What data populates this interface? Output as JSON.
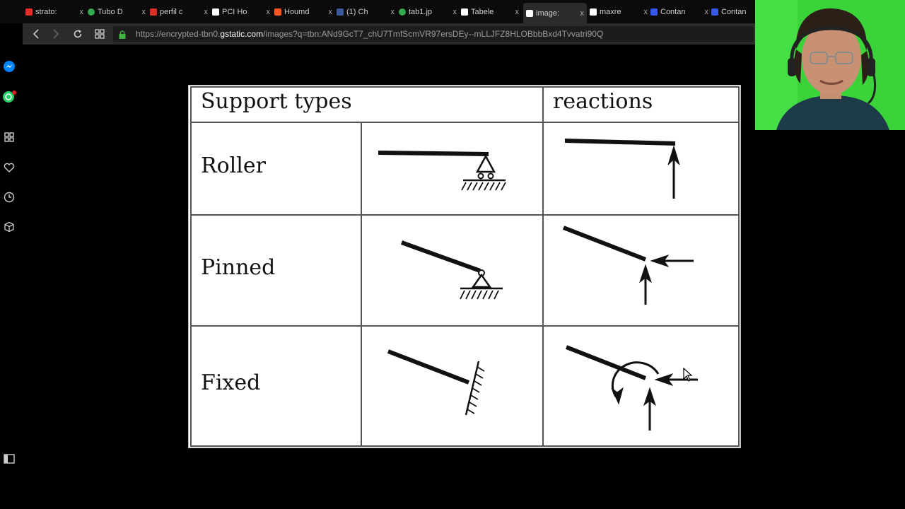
{
  "browser": {
    "tabs": [
      {
        "title": "strato:",
        "icon": "youtube-icon",
        "color": "#e52d27"
      },
      {
        "title": "Tubo D",
        "icon": "google-icon",
        "color": "#34a853"
      },
      {
        "title": "perfil c",
        "icon": "gmail-icon",
        "color": "#d93025"
      },
      {
        "title": "PCI Ho",
        "icon": "page-icon",
        "color": "#ffffff"
      },
      {
        "title": "Houmd",
        "icon": "shield-icon",
        "color": "#ff5722"
      },
      {
        "title": "(1) Ch",
        "icon": "facebook-icon",
        "color": "#3b5998"
      },
      {
        "title": "tab1.jp",
        "icon": "google-icon",
        "color": "#34a853"
      },
      {
        "title": "Tabele",
        "icon": "page-icon",
        "color": "#ffffff"
      },
      {
        "title": "image:",
        "icon": "page-icon",
        "color": "#ffffff"
      },
      {
        "title": "maxre",
        "icon": "page-icon",
        "color": "#ffffff"
      },
      {
        "title": "Contan",
        "icon": "wordpress-icon",
        "color": "#3858e9"
      },
      {
        "title": "Contan",
        "icon": "wordpress-icon",
        "color": "#3858e9"
      }
    ],
    "active_tab": 8,
    "close_glyph": "x",
    "url_prefix": "https://encrypted-tbn0.",
    "url_domain": "gstatic.com",
    "url_suffix": "/images?q=tbn:ANd9GcT7_chU7TmfScmVR97ersDEy--mLLJFZ8HLOBbbBxd4Tvvatri90Q"
  },
  "figure": {
    "headers": {
      "col1": "Support types",
      "col3": "reactions"
    },
    "rows": [
      {
        "label": "Roller"
      },
      {
        "label": "Pinned"
      },
      {
        "label": "Fixed"
      }
    ]
  },
  "colors": {
    "accent_opera": "#e21b2a",
    "messenger": "#0084ff",
    "whatsapp": "#25d366",
    "webcam_bg": "#3bd33a"
  }
}
